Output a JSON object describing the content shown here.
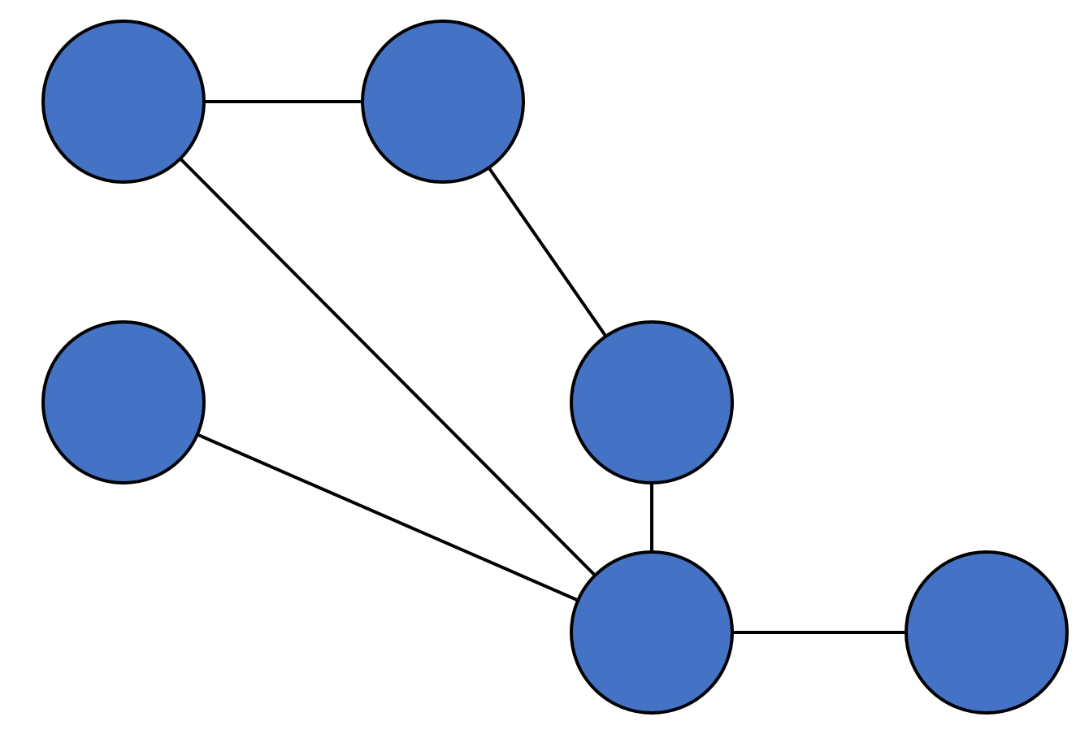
{
  "diagram": {
    "type": "undirected-graph",
    "colors": {
      "node_fill": "#4472C4",
      "node_stroke": "#000000",
      "edge_stroke": "#000000",
      "background": "#FFFFFF"
    },
    "nodes": [
      {
        "id": "top-left",
        "label": ""
      },
      {
        "id": "top-middle",
        "label": ""
      },
      {
        "id": "middle-left",
        "label": ""
      },
      {
        "id": "middle-right",
        "label": ""
      },
      {
        "id": "hub",
        "label": ""
      },
      {
        "id": "far-right",
        "label": ""
      }
    ],
    "edges": [
      {
        "from": "top-left",
        "to": "top-middle"
      },
      {
        "from": "top-left",
        "to": "hub"
      },
      {
        "from": "top-middle",
        "to": "middle-right"
      },
      {
        "from": "middle-right",
        "to": "hub"
      },
      {
        "from": "middle-left",
        "to": "hub"
      },
      {
        "from": "hub",
        "to": "far-right"
      }
    ]
  }
}
